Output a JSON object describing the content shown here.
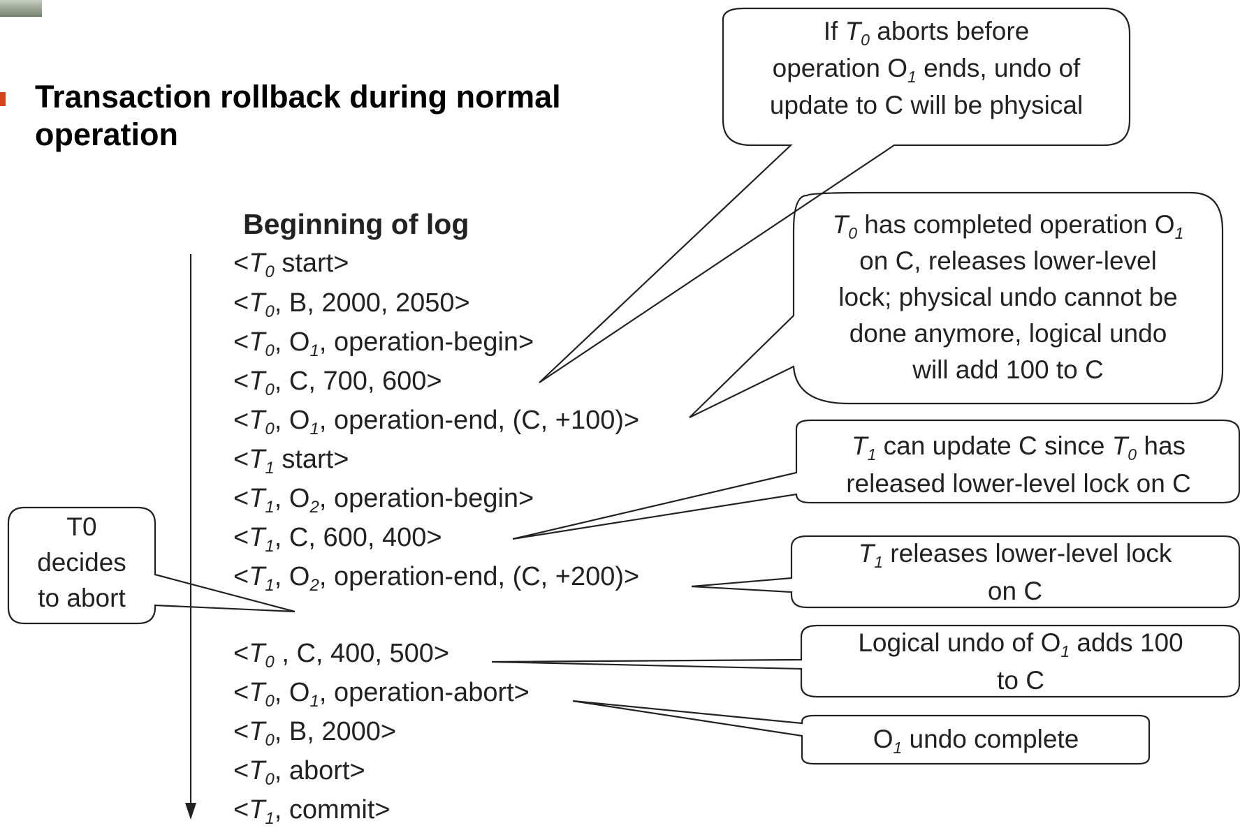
{
  "slide": {
    "heading_line1": "Transaction rollback during normal",
    "heading_line2": "operation",
    "accent_color": "#d2471a"
  },
  "log": {
    "title": "Beginning of log",
    "entries": [
      {
        "t": "T",
        "tsub": "0",
        "rest": " start>"
      },
      {
        "t": "T",
        "tsub": "0",
        "rest": ", B, 2000, 2050>"
      },
      {
        "t": "T",
        "tsub": "0",
        "pre": ", O",
        "osub": "1",
        "rest": ", operation-begin>"
      },
      {
        "t": "T",
        "tsub": "0",
        "rest": ", C, 700, 600>"
      },
      {
        "t": "T",
        "tsub": "0",
        "pre": ", O",
        "osub": "1",
        "rest": ", operation-end, (C, +100)>"
      },
      {
        "t": "T",
        "tsub": "1",
        "rest": " start>"
      },
      {
        "t": "T",
        "tsub": "1",
        "pre": ", O",
        "osub": "2",
        "rest": ", operation-begin>"
      },
      {
        "t": "T",
        "tsub": "1",
        "rest": ", C, 600, 400>"
      },
      {
        "t": "T",
        "tsub": "1",
        "pre": ", O",
        "osub": "2",
        "rest": ", operation-end, (C, +200)>"
      },
      {
        "t": "T",
        "tsub": "0",
        "rest": " , C, 400, 500>"
      },
      {
        "t": "T",
        "tsub": "0",
        "pre": ", O",
        "osub": "1",
        "rest": ", operation-abort>"
      },
      {
        "t": "T",
        "tsub": "0",
        "rest": ", B, 2000>"
      },
      {
        "t": "T",
        "tsub": "0",
        "rest": ", abort>"
      },
      {
        "t": "T",
        "tsub": "1",
        "rest": ", commit>"
      }
    ]
  },
  "callouts": {
    "c1": {
      "l1a": "If ",
      "l1t": "T",
      "l1tsub": "0",
      "l1b": " aborts before",
      "l2a": "operation O",
      "l2sub": "1",
      "l2b": " ends, undo of",
      "l3": "update to C will be physical"
    },
    "c2": {
      "l1t": "T",
      "l1tsub": "0",
      "l1a": " has completed operation O",
      "l1sub": "1",
      "l2": "on C, releases lower-level",
      "l3": "lock; physical undo cannot be",
      "l4": "done anymore, logical undo",
      "l5": "will add 100 to C"
    },
    "c3": {
      "l1t": "T",
      "l1tsub": "1",
      "l1a": " can update C since ",
      "l1t2": "T",
      "l1t2sub": "0",
      "l1b": " has",
      "l2": "released lower-level lock on C"
    },
    "c4": {
      "l1t": "T",
      "l1tsub": "1",
      "l1a": " releases lower-level lock",
      "l2": "on C"
    },
    "c5": {
      "l1a": "Logical undo of O",
      "l1sub": "1",
      "l1b": " adds 100",
      "l2": "to C"
    },
    "c6": {
      "l1a": "O",
      "l1sub": "1",
      "l1b": " undo complete"
    },
    "c7": {
      "l1": "T0",
      "l2": "decides",
      "l3": "to abort"
    }
  }
}
